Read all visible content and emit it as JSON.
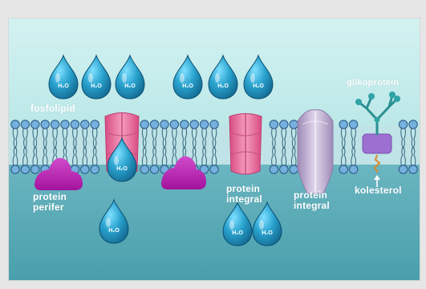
{
  "colors": {
    "background_top": "#c6ecec",
    "background_bottom": "#4fa6b3",
    "membrane_inner": "#b9dfe4",
    "phospholipid_head": "#74aedd",
    "peripheral_protein": "#c21fb6",
    "channel_protein": "#ea6f9b",
    "integral_protein": "#c2b2d3",
    "glycoprotein": "#2b8f92",
    "water_drop": "#1b8fb6"
  },
  "water_label": "H₂O",
  "labels": {
    "phospholipid": "fosfolipid",
    "glycoprotein": "glikoprotein",
    "peripheral_protein_line1": "protein",
    "peripheral_protein_line2": "perifer",
    "integral_protein_a_line1": "protein",
    "integral_protein_a_line2": "integral",
    "integral_protein_b_line1": "protein",
    "integral_protein_b_line2": "integral",
    "cholesterol": "kolesterol"
  }
}
